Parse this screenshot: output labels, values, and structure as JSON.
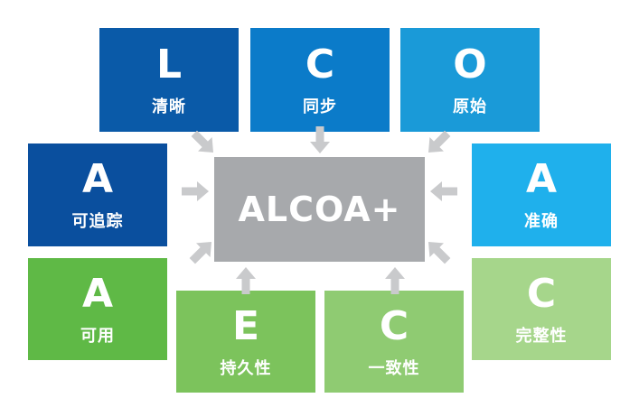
{
  "center": {
    "label": "ALCOA+",
    "color": "#a7a9ac"
  },
  "arrow_color": "#c9cacc",
  "boxes": [
    {
      "id": "l",
      "letter": "L",
      "label": "清晰",
      "color": "#0a5aa8"
    },
    {
      "id": "c1",
      "letter": "C",
      "label": "同步",
      "color": "#0b7bc9"
    },
    {
      "id": "o",
      "letter": "O",
      "label": "原始",
      "color": "#1a9ad8"
    },
    {
      "id": "a1",
      "letter": "A",
      "label": "可追踪",
      "color": "#0a4f9e"
    },
    {
      "id": "a2",
      "letter": "A",
      "label": "准确",
      "color": "#1fb0ec"
    },
    {
      "id": "a3",
      "letter": "A",
      "label": "可用",
      "color": "#5fb946"
    },
    {
      "id": "e",
      "letter": "E",
      "label": "持久性",
      "color": "#7cc35c"
    },
    {
      "id": "c2",
      "letter": "C",
      "label": "一致性",
      "color": "#8fcb72"
    },
    {
      "id": "c3",
      "letter": "C",
      "label": "完整性",
      "color": "#a6d68b"
    }
  ]
}
